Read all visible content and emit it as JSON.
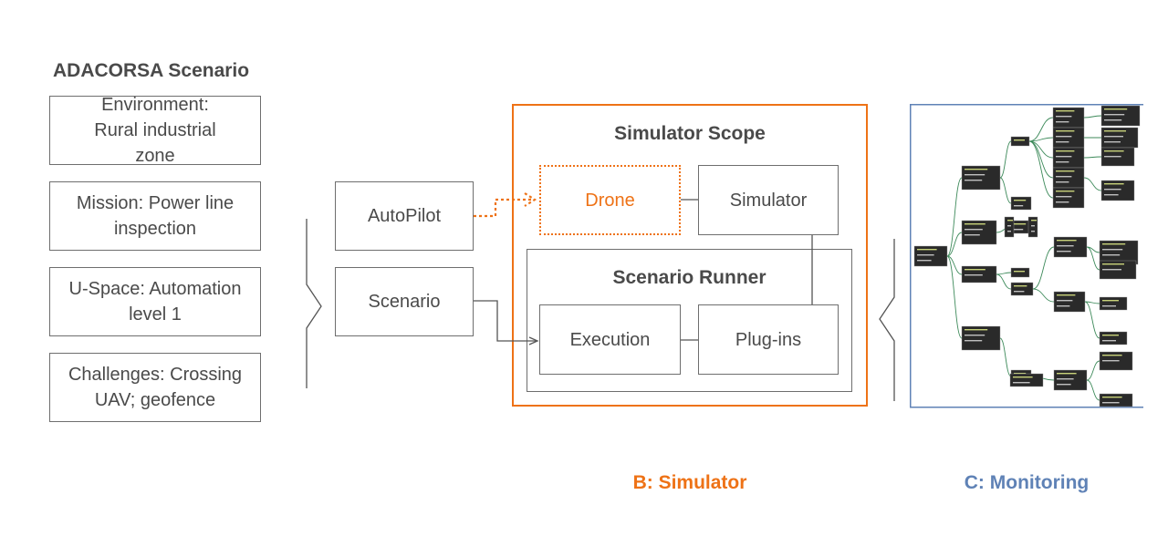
{
  "scenario": {
    "title": "ADACORSA Scenario",
    "items": [
      {
        "label": "Environment: Rural industrial zone"
      },
      {
        "label": "Mission: Power line inspection"
      },
      {
        "label": "U-Space: Automation level 1"
      },
      {
        "label": "Challenges: Crossing UAV; geofence"
      }
    ]
  },
  "inputs": {
    "autopilot": "AutoPilot",
    "scenario": "Scenario"
  },
  "simulator": {
    "scope_title": "Simulator Scope",
    "drone": "Drone",
    "simulator": "Simulator",
    "runner_title": "Scenario Runner",
    "execution": "Execution",
    "plugins": "Plug-ins",
    "caption": "B: Simulator"
  },
  "monitoring": {
    "caption": "C: Monitoring"
  },
  "colors": {
    "accent_orange": "#ee7216",
    "accent_blue": "#5f82b6",
    "box_border": "#6e6e6e",
    "tree_node": "#2a2a2a",
    "tree_edge": "#3d8a5a"
  }
}
